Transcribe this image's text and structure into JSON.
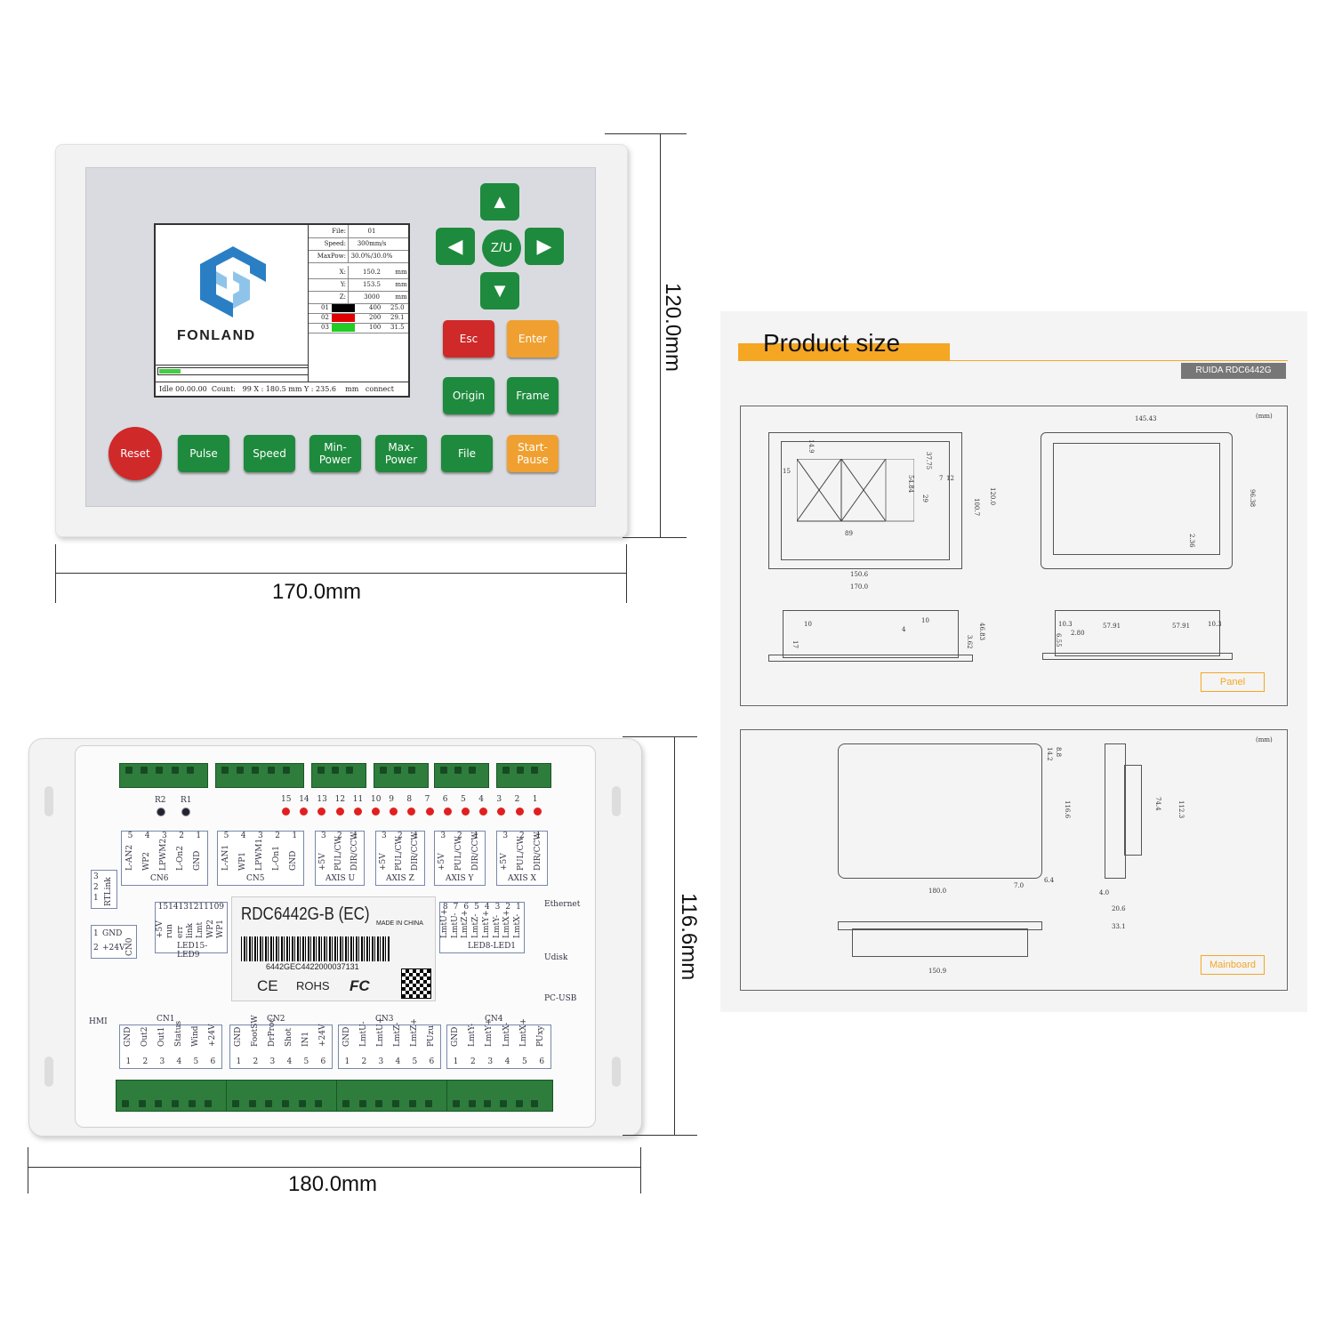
{
  "panel": {
    "brand": "FONLAND",
    "lcd": {
      "rows": [
        {
          "key": "File:",
          "value": "01",
          "unit": ""
        },
        {
          "key": "Speed:",
          "value": "300mm/s",
          "unit": ""
        },
        {
          "key": "MaxPow:",
          "value": "30.0%/30.0%",
          "unit": ""
        },
        {
          "key": "X:",
          "value": "150.2",
          "unit": "mm"
        },
        {
          "key": "Y:",
          "value": "153.5",
          "unit": "mm"
        },
        {
          "key": "Z:",
          "value": "3000",
          "unit": "mm"
        }
      ],
      "layers": [
        {
          "n": "01",
          "color": "#000000",
          "speed": "400",
          "power": "25.0"
        },
        {
          "n": "02",
          "color": "#e00000",
          "speed": "200",
          "power": "29.1"
        },
        {
          "n": "03",
          "color": "#22cc22",
          "speed": "100",
          "power": "31.5"
        }
      ],
      "status": "Idle 00.00.00  Count:   99 X : 180.5 mm Y : 235.6    mm   connect"
    },
    "buttons": {
      "up": "▲",
      "left": "◀",
      "zu": "Z/U",
      "right": "▶",
      "down": "▼",
      "esc": "Esc",
      "enter": "Enter",
      "origin": "Origin",
      "frame": "Frame",
      "reset": "Reset",
      "pulse": "Pulse",
      "speed": "Speed",
      "min_power": "Min-\nPower",
      "max_power": "Max-\nPower",
      "file": "File",
      "start_pause": "Start-\nPause"
    },
    "height_dim": "120.0mm",
    "width_dim": "170.0mm"
  },
  "mainboard": {
    "model": "RDC6442G-B (EC)",
    "made_in": "MADE IN CHINA",
    "serial": "6442GEC4422000037131",
    "marks": {
      "ce": "CE",
      "rohs": "ROHS",
      "fc": "FC"
    },
    "r_labels": [
      "R2",
      "R1"
    ],
    "leds": [
      "15",
      "14",
      "13",
      "12",
      "11",
      "10",
      "9",
      "8",
      "7",
      "6",
      "5",
      "4",
      "3",
      "2",
      "1"
    ],
    "top_connectors": [
      {
        "name": "CN6",
        "nums": [
          "5",
          "4",
          "3",
          "2",
          "1"
        ],
        "pins": [
          "L-AN2",
          "WP2",
          "LPWM2",
          "L-On2",
          "GND"
        ]
      },
      {
        "name": "CN5",
        "nums": [
          "5",
          "4",
          "3",
          "2",
          "1"
        ],
        "pins": [
          "L-AN1",
          "WP1",
          "LPWM1",
          "L-On1",
          "GND"
        ]
      },
      {
        "name": "AXIS U",
        "nums": [
          "3",
          "2",
          "1"
        ],
        "pins": [
          "+5V",
          "PUL/CW",
          "DIR/CCW"
        ]
      },
      {
        "name": "AXIS Z",
        "nums": [
          "3",
          "2",
          "1"
        ],
        "pins": [
          "+5V",
          "PUL/CW",
          "DIR/CCW"
        ]
      },
      {
        "name": "AXIS Y",
        "nums": [
          "3",
          "2",
          "1"
        ],
        "pins": [
          "+5V",
          "PUL/CW",
          "DIR/CCW"
        ]
      },
      {
        "name": "AXIS X",
        "nums": [
          "3",
          "2",
          "1"
        ],
        "pins": [
          "+5V",
          "PUL/CW",
          "DIR/CCW"
        ]
      }
    ],
    "rtlink": {
      "nums": [
        "3",
        "2",
        "1"
      ],
      "label": "RTLink"
    },
    "power": {
      "nums": [
        "2",
        "1"
      ],
      "pins": [
        "+24V",
        "GND"
      ],
      "name": "CN0"
    },
    "led15_9": {
      "nums": [
        "15",
        "14",
        "13",
        "12",
        "11",
        "10",
        "9"
      ],
      "pins": [
        "+5V",
        "run",
        "err",
        "link",
        "Lmt",
        "WP2",
        "WP1"
      ],
      "name": "LED15-LED9"
    },
    "led8_1": {
      "nums": [
        "8",
        "7",
        "6",
        "5",
        "4",
        "3",
        "2",
        "1"
      ],
      "pins": [
        "LmtU+",
        "LmtU-",
        "LmtZ+",
        "LmtZ-",
        "LmtY+",
        "LmtY-",
        "LmtX+",
        "LmtX-"
      ],
      "name": "LED8-LED1"
    },
    "side_labels": [
      "Ethernet",
      "Udisk",
      "PC-USB"
    ],
    "hmi": "HMI",
    "bottom_connectors": [
      {
        "name": "CN1",
        "nums": [
          "1",
          "2",
          "3",
          "4",
          "5",
          "6"
        ],
        "pins": [
          "GND",
          "Out2",
          "Out1",
          "Status",
          "Wind",
          "+24V"
        ]
      },
      {
        "name": "CN2",
        "nums": [
          "1",
          "2",
          "3",
          "4",
          "5",
          "6"
        ],
        "pins": [
          "GND",
          "FootSW",
          "DrProc",
          "Shot",
          "IN1",
          "+24V"
        ]
      },
      {
        "name": "CN3",
        "nums": [
          "1",
          "2",
          "3",
          "4",
          "5",
          "6"
        ],
        "pins": [
          "GND",
          "LmtU-",
          "LmtU+",
          "LmtZ-",
          "LmtZ+",
          "PUzu"
        ]
      },
      {
        "name": "CN4",
        "nums": [
          "1",
          "2",
          "3",
          "4",
          "5",
          "6"
        ],
        "pins": [
          "GND",
          "LmtY-",
          "LmtY+",
          "LmtX-",
          "LmtX+",
          "PUxy"
        ]
      }
    ],
    "height_dim": "116.6mm",
    "width_dim": "180.0mm"
  },
  "drawing": {
    "title": "Product size",
    "model_badge": "RUIDA RDC6442G",
    "unit": "(mm)",
    "panel_label": "Panel",
    "mainboard_label": "Mainboard",
    "panel_dims": [
      "145.43",
      "14.9",
      "15",
      "37.75",
      "54.84",
      "29",
      "7",
      "12",
      "89",
      "100.7",
      "120.0",
      "150.6",
      "170.0",
      "96.38",
      "2.36",
      "10",
      "17",
      "4",
      "10",
      "3.62",
      "46.83",
      "10.3",
      "2.80",
      "57.91",
      "57.91",
      "10.3",
      "6.55"
    ],
    "board_dims": [
      "14.2",
      "8.8",
      "116.6",
      "180.0",
      "7.0",
      "6.4",
      "74.4",
      "112.3",
      "4.0",
      "20.6",
      "33.1",
      "150.9"
    ]
  },
  "colors": {
    "button_green": "#1e8a3d",
    "button_red": "#d0292a",
    "button_orange": "#f0a030",
    "terminal_green": "#2e7d3c",
    "accent_orange": "#f5a623"
  }
}
